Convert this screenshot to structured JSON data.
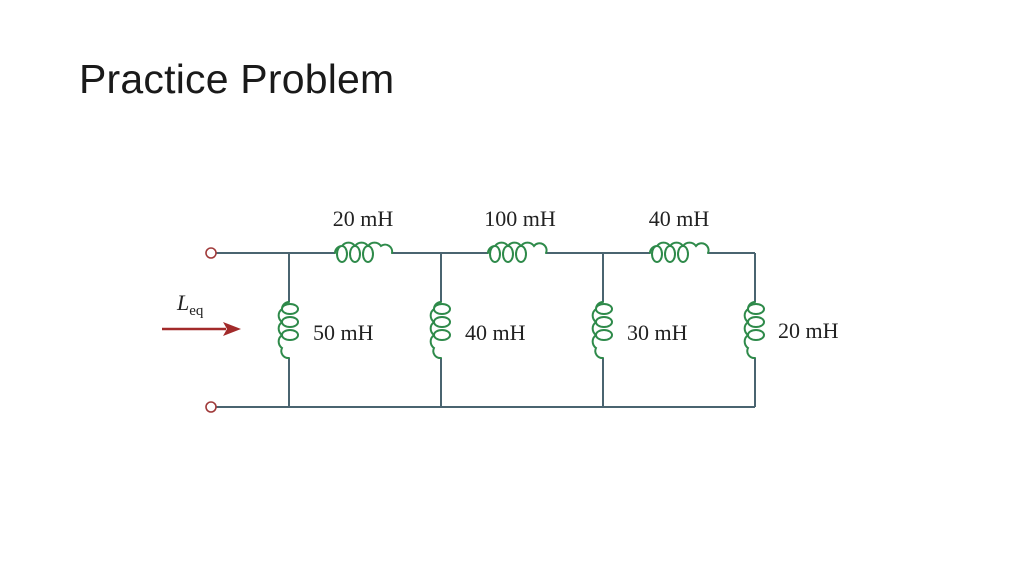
{
  "slide": {
    "title": "Practice Problem"
  },
  "circuit": {
    "input_label": {
      "symbol": "L",
      "subscript": "eq"
    },
    "series_inductors": [
      "20 mH",
      "100 mH",
      "40 mH"
    ],
    "shunt_inductors": [
      "50 mH",
      "40 mH",
      "30 mH",
      "20 mH"
    ]
  },
  "colors": {
    "wire": "#4a6470",
    "coil": "#2e8a4a",
    "terminal": "#a03a3a",
    "arrow": "#a22a2a",
    "text": "#222222"
  }
}
